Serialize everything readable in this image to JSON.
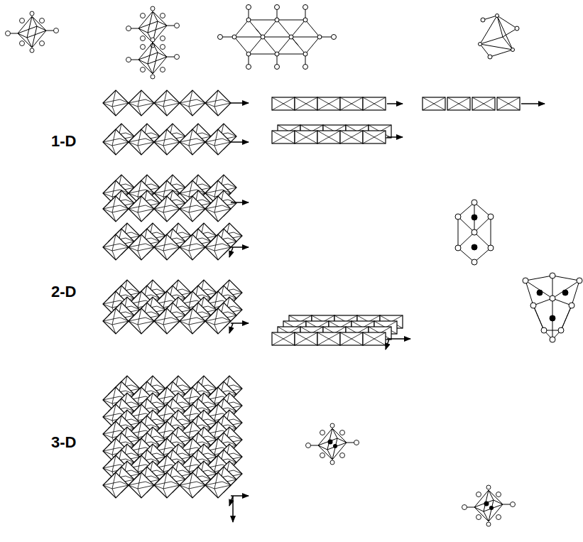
{
  "diagram": {
    "labels": [
      "1-D",
      "2-D",
      "3-D"
    ]
  }
}
